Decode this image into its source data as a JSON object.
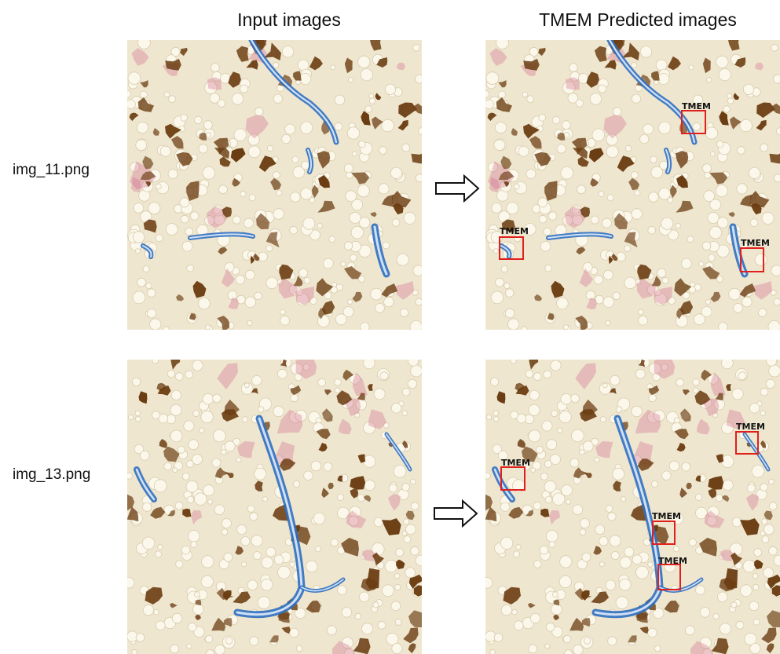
{
  "headers": {
    "input": "Input images",
    "predicted": "TMEM Predicted images"
  },
  "rows": [
    {
      "filename": "img_11.png",
      "detections": [
        "TMEM",
        "TMEM",
        "TMEM"
      ]
    },
    {
      "filename": "img_13.png",
      "detections": [
        "TMEM",
        "TMEM",
        "TMEM",
        "TMEM"
      ]
    }
  ],
  "colors": {
    "tissue_background": "#efe6cf",
    "brown_stain": "#6b3d12",
    "blue_vessel": "#2f6fc0",
    "pink_stain": "#d06a8c",
    "box": "#e0201c"
  }
}
